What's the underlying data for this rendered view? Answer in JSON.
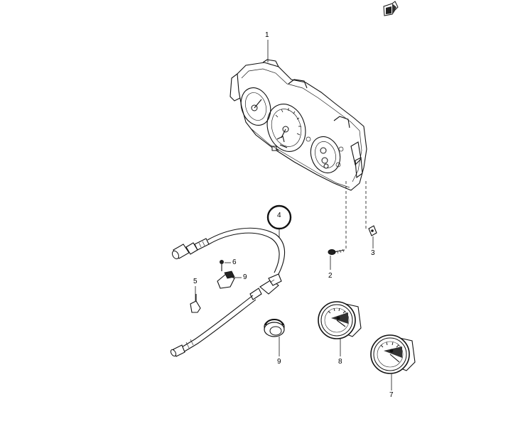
{
  "callouts": {
    "c1": "1",
    "c2": "2",
    "c3": "3",
    "c4": "4",
    "c5": "5",
    "c6": "6",
    "c7": "7",
    "c8": "8",
    "c9a": "9",
    "c9b": "9"
  },
  "icons": {
    "front_arrow": "front-direction-arrow-icon"
  }
}
